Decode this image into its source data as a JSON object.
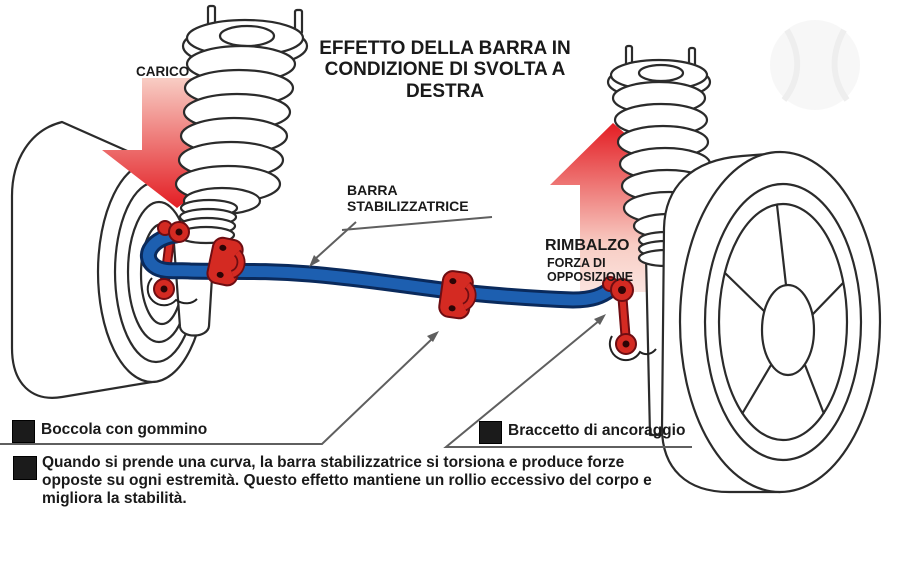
{
  "title": "EFFETTO DELLA BARRA IN\nCONDIZIONE DI SVOLTA A\nDESTRA",
  "labels": {
    "load": "CARICO",
    "stabilizer_bar": "BARRA\nSTABILIZZATRICE",
    "rebound": "RIMBALZO",
    "opposition_force": "FORZA DI\nOPPOSIZIONE",
    "bushing": "Boccola con gommino",
    "anchor_arm": "Braccetto di ancoraggio"
  },
  "description": "Quando si prende una curva, la barra stabilizzatrice si torsiona e produce forze\nopposte su ogni estremità. Questo effetto mantiene un rollio eccessivo del corpo e\nmigliora la stabilità.",
  "colors": {
    "background": "#ffffff",
    "text": "#1a1a1a",
    "outline": "#2b2b2b",
    "leader_gray": "#5f5f5f",
    "arrow_red": "#e31d23",
    "arrow_red_light": "#f8cdc4",
    "bar_blue": "#1d5fb0",
    "bar_blue_dark": "#0a2a5c",
    "bracket_red": "#d42a22",
    "bracket_red_dark": "#6e0d12"
  }
}
